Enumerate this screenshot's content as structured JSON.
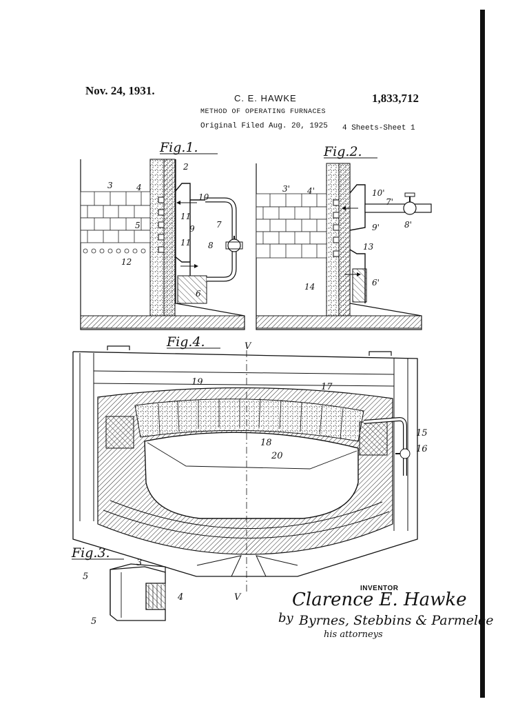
{
  "header": {
    "date": "Nov. 24, 1931.",
    "inventor": "C. E. HAWKE",
    "patent_number": "1,833,712",
    "title": "METHOD OF OPERATING FURNACES",
    "filed": "Original Filed Aug. 20, 1925",
    "sheets": "4 Sheets-Sheet 1"
  },
  "figures": {
    "fig1": {
      "label": "Fig.1.",
      "refs": [
        "2",
        "3",
        "4",
        "10",
        "5",
        "11",
        "9",
        "7",
        "8",
        "11",
        "12",
        "6"
      ]
    },
    "fig2": {
      "label": "Fig.2.",
      "refs": [
        "3'",
        "4'",
        "10'",
        "7'",
        "9'",
        "8'",
        "13",
        "14",
        "6'"
      ]
    },
    "fig4": {
      "label": "Fig.4.",
      "refs": [
        "V",
        "19",
        "17",
        "15",
        "18",
        "16",
        "20",
        "V"
      ]
    },
    "fig3": {
      "label": "Fig.3.",
      "refs": [
        "3",
        "5",
        "4",
        "5"
      ]
    }
  },
  "signature": {
    "inventor_label": "INVENTOR",
    "name": "Clarence E. Hawke",
    "by": "by",
    "attorneys_names": "Byrnes, Stebbins & Parmelee",
    "attorneys": "his attorneys"
  }
}
